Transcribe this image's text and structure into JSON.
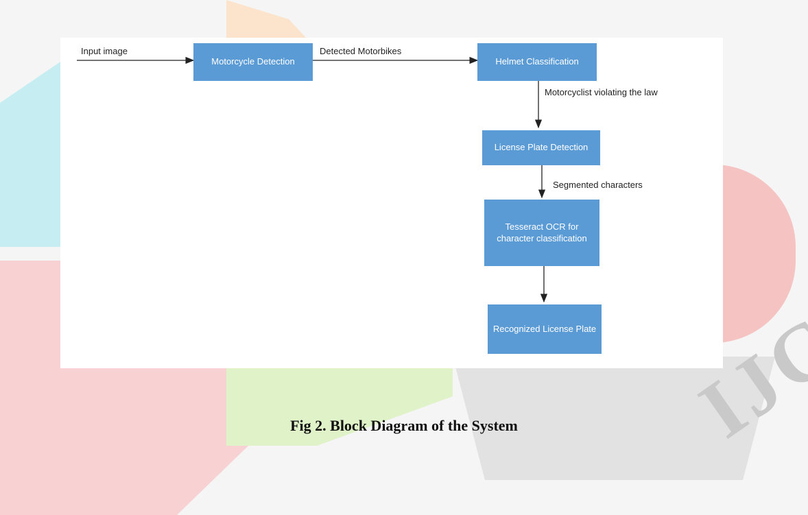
{
  "diagram": {
    "input_label": "Input image",
    "nodes": {
      "motorcycle_detection": "Motorcycle Detection",
      "helmet_classification": "Helmet Classification",
      "license_plate_detection": "License Plate Detection",
      "tesseract_ocr": "Tesseract OCR for character classification",
      "recognized_plate": "Recognized License Plate"
    },
    "edge_labels": {
      "detected_motorbikes": "Detected Motorbikes",
      "violating": "Motorcyclist violating the law",
      "segmented": "Segmented characters"
    },
    "colors": {
      "block": "#5b9bd5",
      "arrow": "#222222"
    }
  },
  "caption": "Fig 2. Block  Diagram of the System",
  "watermark": "IJCRT"
}
